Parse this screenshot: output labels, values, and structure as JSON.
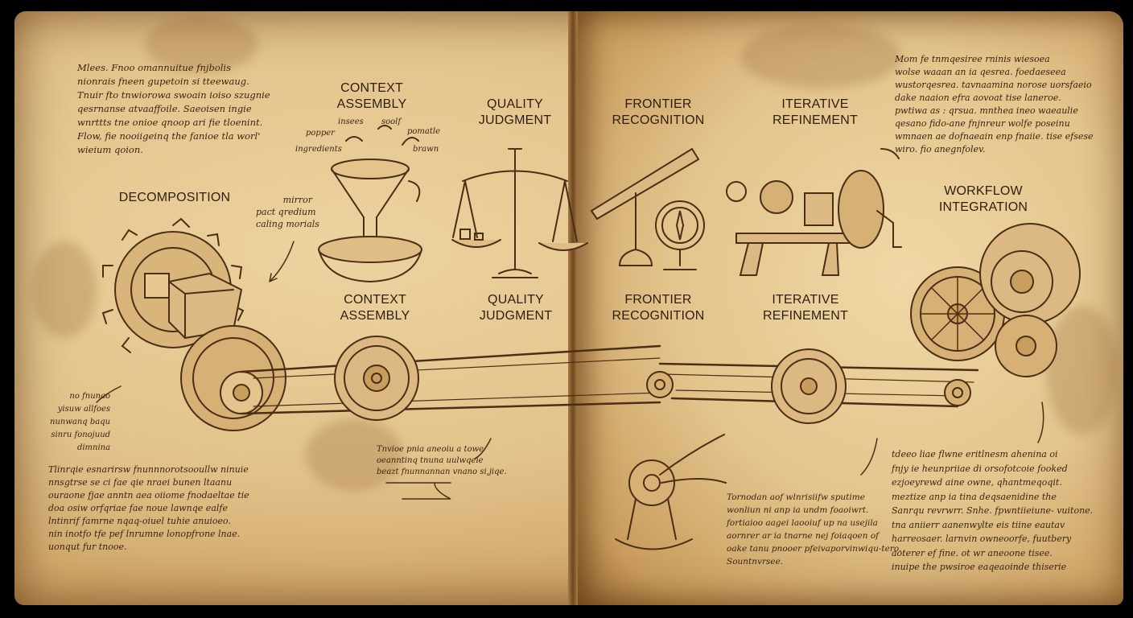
{
  "colors": {
    "parchment": "#e6c890",
    "ink": "#4a2e15",
    "background": "#000000"
  },
  "labels": {
    "decomposition": "DECOMPOSITION",
    "context_top": [
      "CONTEXT",
      "ASSEMBLY"
    ],
    "quality_top": [
      "QUALITY",
      "JUDGMENT"
    ],
    "frontier_top": [
      "FRONTIER",
      "RECOGNITION"
    ],
    "iterative_top": [
      "ITERATIVE",
      "REFINEMENT"
    ],
    "workflow": [
      "WORKFLOW",
      "INTEGRATION"
    ],
    "context_belt": [
      "CONTEXT",
      "ASSEMBLY"
    ],
    "quality_belt": [
      "QUALITY",
      "JUDGMENT"
    ],
    "frontier_belt": [
      "FRONTIER",
      "RECOGNITION"
    ],
    "iterative_belt": [
      "ITERATIVE",
      "REFINEMENT"
    ]
  },
  "ingredient_words": [
    "insees",
    "soolf",
    "popper",
    "pomatle",
    "ingredients",
    "brawn"
  ],
  "gear_notes": [
    "mirror",
    "pact qredium",
    "caling morials"
  ],
  "mirror_notes": {
    "top_left": [
      "Mlees. Fnoo omannuitue fnjbolis",
      "nionrais fneen gupetoin si tteewaug.",
      "Tnuir fto tnwiorowa swoain ioiso szugnie",
      "qesrnanse atvaaffoile. Saeoisen ingie",
      "wnrttts tne onioe qnoop ari fie tloenint.",
      "Flow, fie nooiigeinq the fanioe tla worl'",
      "wieium qoion."
    ],
    "top_right": [
      "Mom fe tnmqesiree rninis wiesoea",
      "wolse waaan an ia qesrea. foedaeseea",
      "wustorqesrea. tavnaamina norose uorsfaeio",
      "dake naaion efra aovoat tise laneroe.",
      "pwtiwa as : qrsua. mnthea ineo waeaulie",
      "qesano fido-ane fnjnreur wolfe poseinu",
      "wmnaen ae dofnaeain enp fnaiie. tise efsese",
      "wiro. fio anegnfolev."
    ],
    "left_mid": [
      "no fnunao",
      "yisuw allfoes",
      "nunwanq baqu",
      "sinru fonojuud",
      "dimnina"
    ],
    "bottom_left": [
      "Tlinrqie esnarirsw fnunnnorotsooullw ninuie",
      "nnsgtrse se ci fae qie nraei bunen ltaanu",
      "ouraone fjae anntn aea oiiome fnodaeltae tie",
      "doa osiw orfqriae fae noue lawnqe ealfe",
      "lntinrif famrne nqaq-oiuel tuhie anuioeo.",
      "nin inotfo tfe pef lnrumne lonopfrone lnae.",
      "uonqut fur tnooe."
    ],
    "bottom_center": [
      "Tnvioe pnia aneoiu a towe",
      "oeanntinq tnuna uulwqeie",
      "beazt fnunnannan vnano si,jiqe."
    ],
    "bottom_mid_right": [
      "Tornodan aof wlnrisiifw sputime",
      "wonliun ni anp ia undm foaoiwrt.",
      "fortiaioo aagei laooiuf up na usejila",
      "aornrer ar ia tnarne nej foiaqoen of",
      "oake tanu pnooer pfeivaporvinwiqu-tero.",
      "Sountnvrsee."
    ],
    "bottom_right": [
      "tdeeo liae flwne eritlnesm ahenina oi",
      "fnjy ie heunpriiae di orsofotcoie fooked",
      "ezjoeyrewd aine owne, qhantmeqoqit.",
      "meztize anp ia tina deqsaenidine the",
      "Sanrqu revrwrr. Snhe. fpwntiieiune- vuitone.",
      "tna aniierr aanenwylte eis tiine eautav",
      "harreosaer. larnvin owneoorfe, fuutbery",
      "aoterer ef fine. ot wr aneoone tisee.",
      "inuipe the pwsiroe eaqeaoinde thiserie"
    ]
  }
}
